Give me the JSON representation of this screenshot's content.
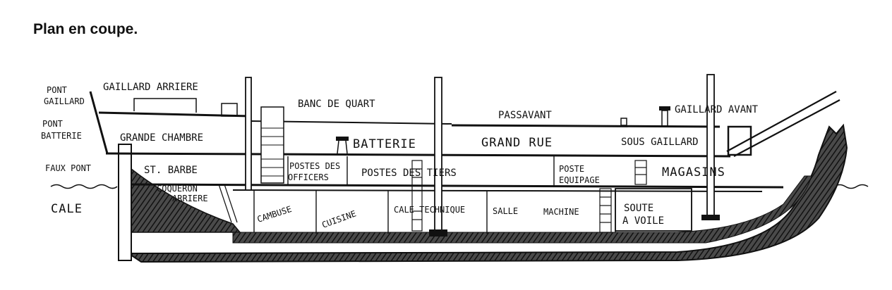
{
  "heading": "Plan en coupe.",
  "labels": {
    "pont_gaillard_1": "PONT",
    "pont_gaillard_2": "GAILLARD",
    "pont_batterie_1": "PONT",
    "pont_batterie_2": "BATTERIE",
    "faux_pont": "FAUX PONT",
    "cale": "CALE",
    "gaillard_arriere": "GAILLARD ARRIERE",
    "banc_de_quart": "BANC DE QUART",
    "passavant": "PASSAVANT",
    "gaillard_avant": "GAILLARD AVANT",
    "grande_chambre": "GRANDE CHAMBRE",
    "batterie": "BATTERIE",
    "grand_rue": "GRAND RUE",
    "sous_gaillard": "SOUS GAILLARD",
    "st_barbe": "ST. BARBE",
    "postes_officers_1": "POSTES DES",
    "postes_officers_2": "OFFICERS",
    "postes_des_tiers": "POSTES DES TIERS",
    "poste_equipage_1": "POSTE",
    "poste_equipage_2": "EQUIPAGE",
    "magasins": "MAGASINS",
    "cogueron_1": "COQUERON",
    "cogueron_2": "ARRIERE",
    "cambuse": "CAMBUSE",
    "cuisine": "CUISINE",
    "cale_technique": "CALE TECHNIQUE",
    "salle": "SALLE",
    "machine": "MACHINE",
    "soute_1": "SOUTE",
    "soute_2": "A VOILE"
  },
  "colors": {
    "ink": "#111111",
    "hull_fill": "#3a3a3a"
  }
}
